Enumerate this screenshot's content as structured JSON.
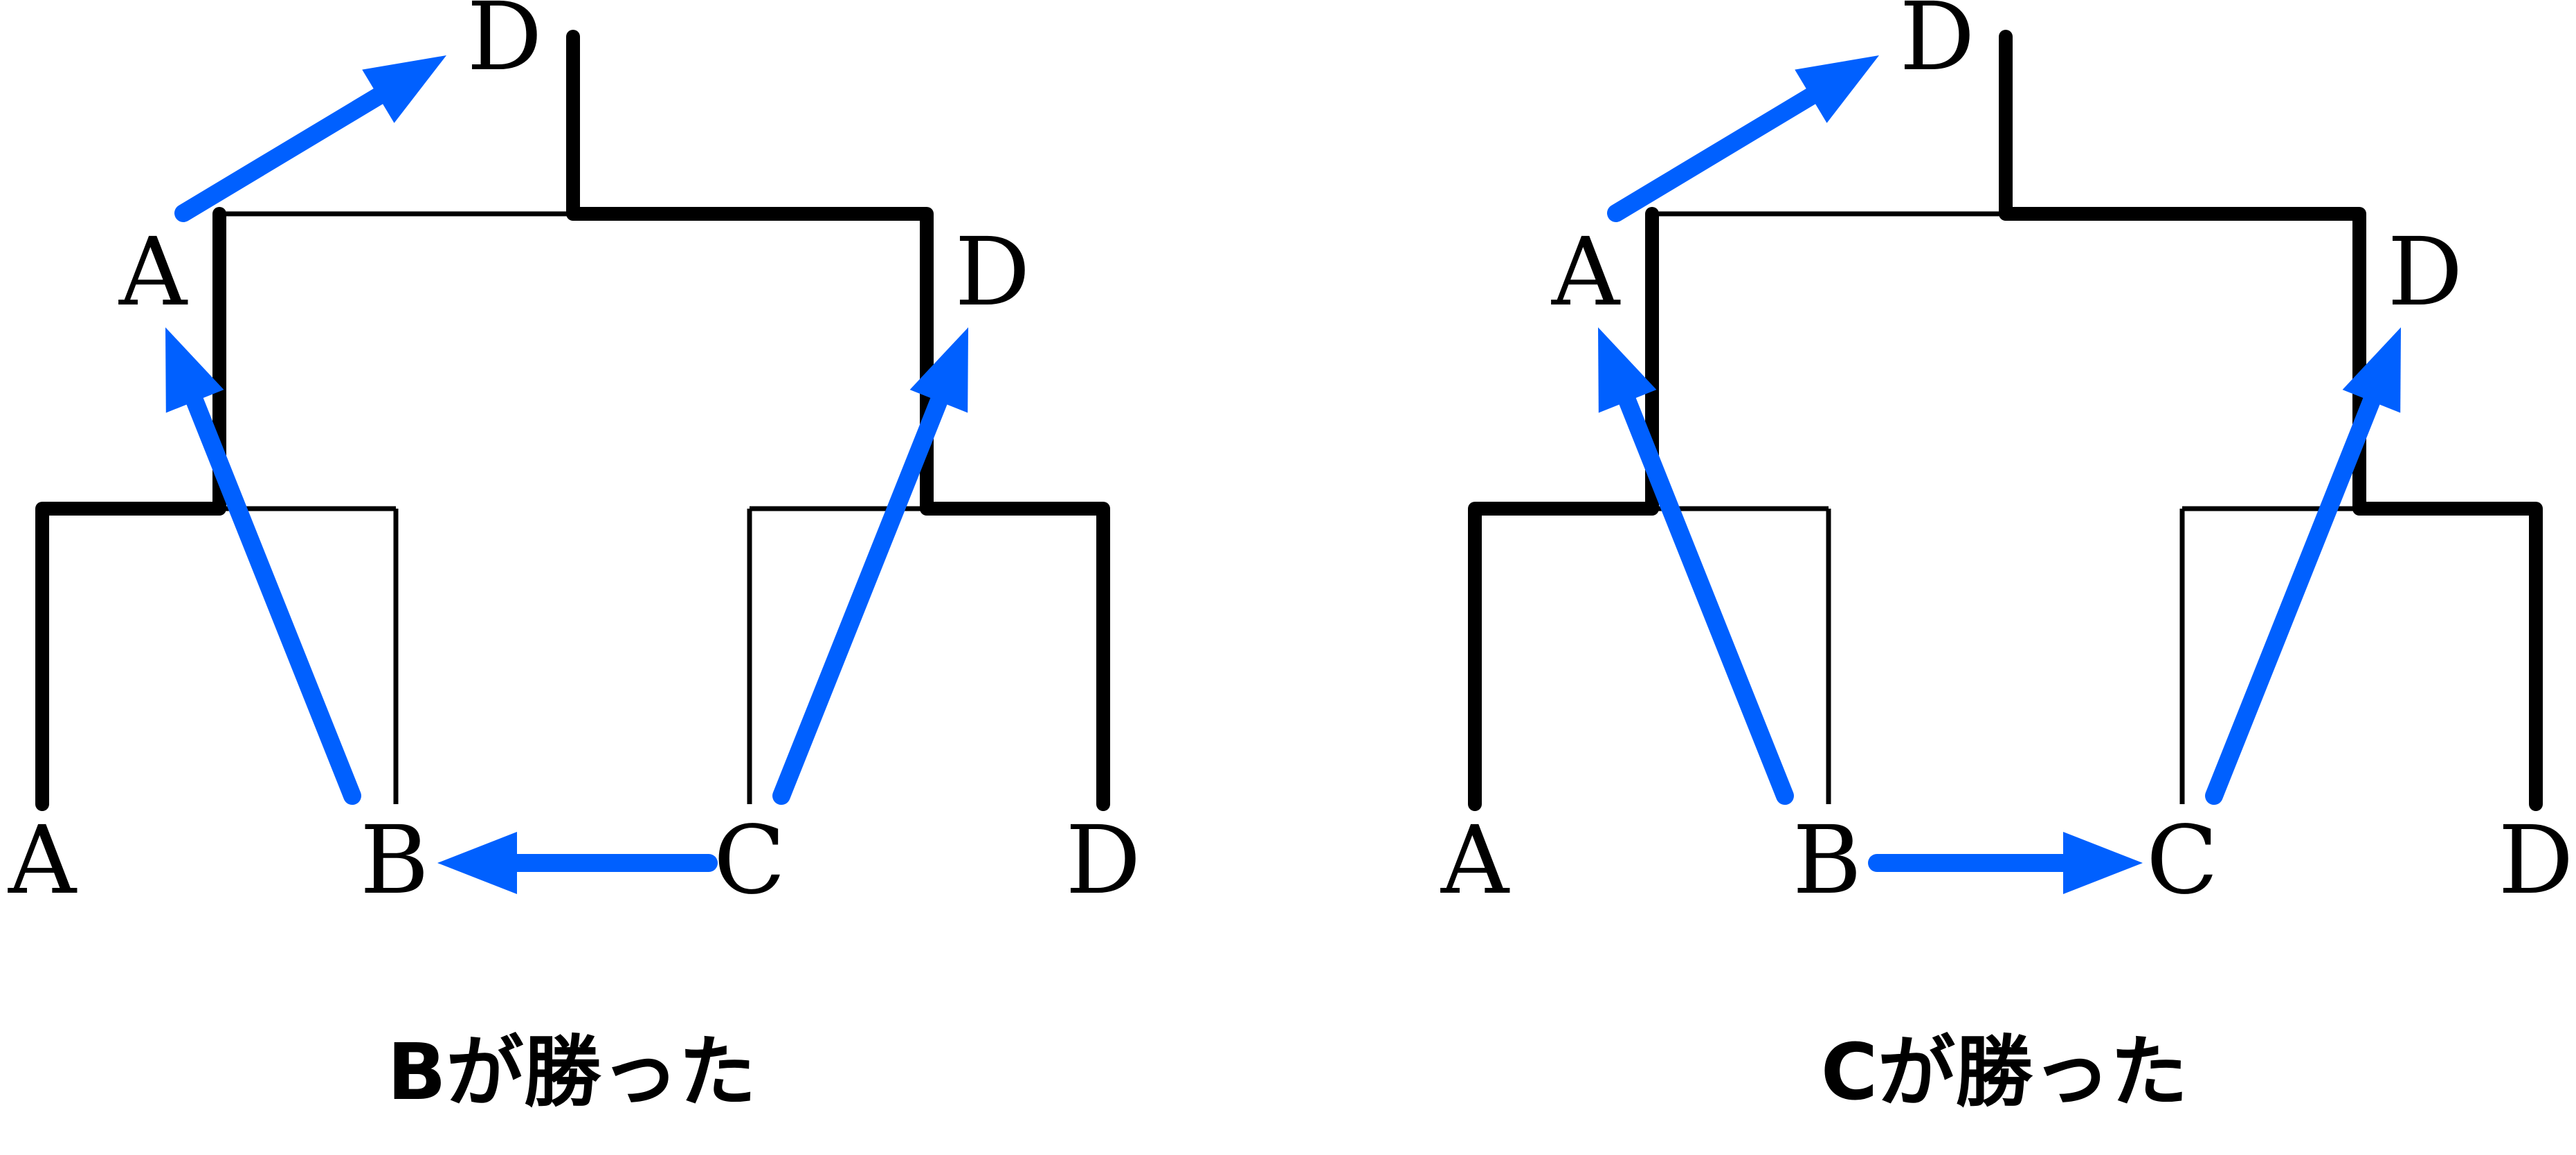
{
  "colors": {
    "arrow": "#0060FF",
    "bracket": "#000000",
    "background": "#FFFFFF"
  },
  "panels": [
    {
      "id": "left",
      "caption": "Bが勝った",
      "players": [
        "A",
        "B",
        "C",
        "D"
      ],
      "semifinal_winners": [
        "A",
        "D"
      ],
      "final_winner": "D",
      "labels": {
        "leaf_a": "A",
        "leaf_b": "B",
        "leaf_c": "C",
        "leaf_d": "D",
        "semi_left": "A",
        "semi_right": "D",
        "champion": "D"
      },
      "arrows": [
        {
          "from": "B",
          "to": "A",
          "level": "first-round-left"
        },
        {
          "from": "C",
          "to": "D",
          "level": "first-round-right"
        },
        {
          "from": "A",
          "to": "D",
          "level": "final"
        },
        {
          "from": "C",
          "to": "B",
          "level": "bottom"
        }
      ]
    },
    {
      "id": "right",
      "caption": "Cが勝った",
      "players": [
        "A",
        "B",
        "C",
        "D"
      ],
      "semifinal_winners": [
        "A",
        "D"
      ],
      "final_winner": "D",
      "labels": {
        "leaf_a": "A",
        "leaf_b": "B",
        "leaf_c": "C",
        "leaf_d": "D",
        "semi_left": "A",
        "semi_right": "D",
        "champion": "D"
      },
      "arrows": [
        {
          "from": "B",
          "to": "A",
          "level": "first-round-left"
        },
        {
          "from": "C",
          "to": "D",
          "level": "first-round-right"
        },
        {
          "from": "A",
          "to": "D",
          "level": "final"
        },
        {
          "from": "B",
          "to": "C",
          "level": "bottom"
        }
      ]
    }
  ]
}
